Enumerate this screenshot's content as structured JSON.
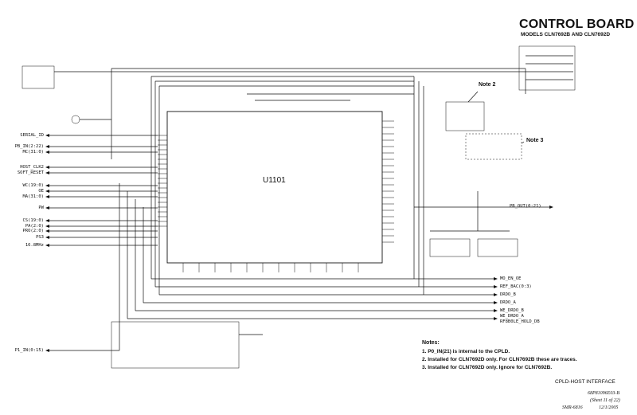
{
  "header": {
    "title": "CONTROL BOARD",
    "subtitle": "MODELS CLN7692B AND CLN7692D"
  },
  "chip": {
    "label": "U1101"
  },
  "note_tags": [
    "Note 2",
    "Note 3"
  ],
  "left_signals": [
    "SERIAL_ID",
    "PB_IN(2:22)",
    "MC(31:0)",
    "HOST_CLK2",
    "SOFT_RESET",
    "WC(19:0)",
    "OE",
    "MA(31:0)",
    "PW",
    "CS(19:0)",
    "PA(2:0)",
    "PRO(2:0)",
    "PS3",
    "16.8MHz",
    "P1_IN(0:15)"
  ],
  "right_signals": [
    "PB_OUT(0:21)",
    "MO_EN_OE",
    "REF_BAC(0:3)",
    "DRDO_B",
    "DRDO_A",
    "WE_DRDO_B",
    "WE_DRDO_A",
    "RF8B0LE_HOLD_DB"
  ],
  "notes": {
    "heading": "Notes:",
    "items": [
      "1. P0_IN(21) is internal to the CPLD.",
      "2. Installed for CLN7692D only. For CLN7692B these are traces.",
      "3. Installed for CLN7692D only. Ignore for CLN7692B."
    ]
  },
  "footer": {
    "interface": "CPLD-HOST INTERFACE",
    "doc_number": "68P81096E03-B",
    "sheet": "(Sheet 11 of 22)",
    "code": "SMR-6816",
    "date": "12/1/2005"
  }
}
